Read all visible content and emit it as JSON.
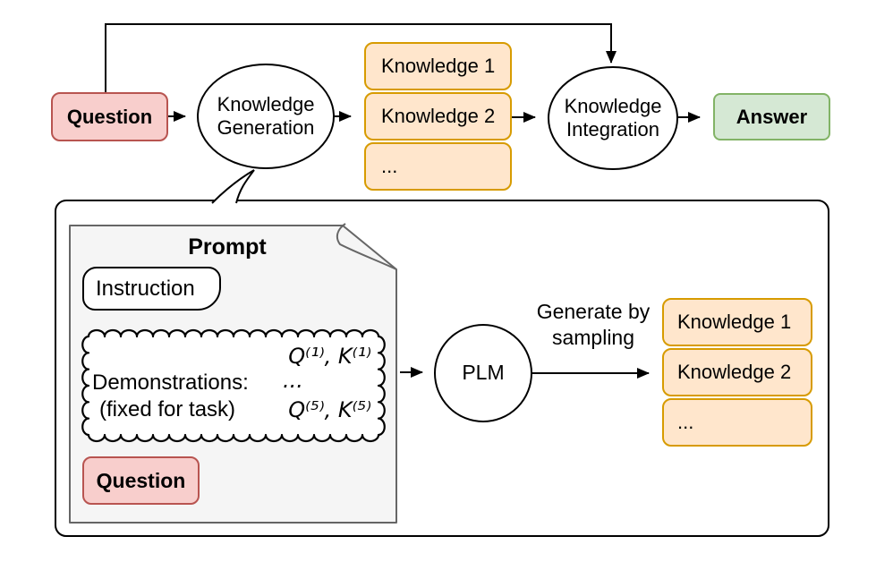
{
  "pipeline": {
    "question_label": "Question",
    "generation_node": {
      "line1": "Knowledge",
      "line2": "Generation"
    },
    "knowledge_items": [
      "Knowledge 1",
      "Knowledge 2",
      "..."
    ],
    "integration_node": {
      "line1": "Knowledge",
      "line2": "Integration"
    },
    "answer_label": "Answer"
  },
  "detail": {
    "prompt_title": "Prompt",
    "instruction_label": "Instruction",
    "demonstrations": {
      "label": "Demonstrations:",
      "note": "(fixed for task)",
      "pair_first": "Q⁽¹⁾, K⁽¹⁾",
      "ellipsis": "...",
      "pair_last": "Q⁽⁵⁾, K⁽⁵⁾"
    },
    "question_label": "Question",
    "plm_label": "PLM",
    "arrow_label_line1": "Generate by",
    "arrow_label_line2": "sampling",
    "knowledge_items": [
      "Knowledge 1",
      "Knowledge 2",
      "..."
    ]
  },
  "colors": {
    "question_fill": "#F8CECC",
    "question_border": "#B85450",
    "knowledge_fill": "#FFE6CC",
    "knowledge_border": "#D79B00",
    "answer_fill": "#D5E8D4",
    "answer_border": "#82B366",
    "document_fill": "#F5F5F5",
    "document_border": "#666666",
    "outline": "#000000"
  }
}
